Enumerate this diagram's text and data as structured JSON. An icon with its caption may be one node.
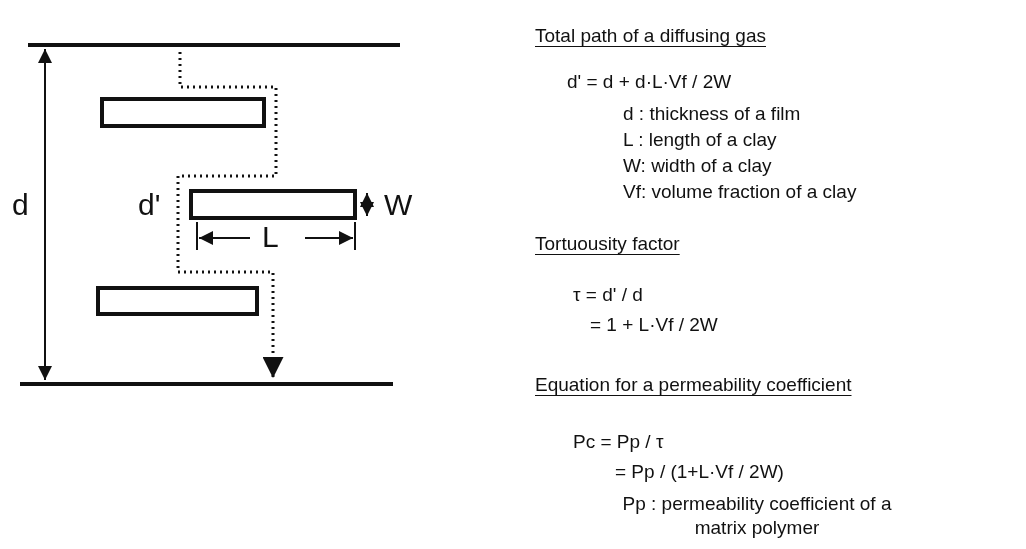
{
  "diagram": {
    "labels": [
      "d",
      "d'",
      "W",
      "L",
      "Total path of a diffusing gas",
      "d' = d + d·L·Vf / 2W",
      "d : thickness of a film",
      "L : length of a clay",
      "W: width of a clay",
      "Vf: volume fraction of a clay",
      "Tortuousity factor",
      "τ = d' / d",
      "= 1 + L·Vf / 2W",
      "Equation for a permeability coefficient",
      "Pc = Pp / τ",
      "= Pp / (1+L·Vf / 2W)",
      "Pp : permeability coefficient of a matrix polymer"
    ]
  }
}
